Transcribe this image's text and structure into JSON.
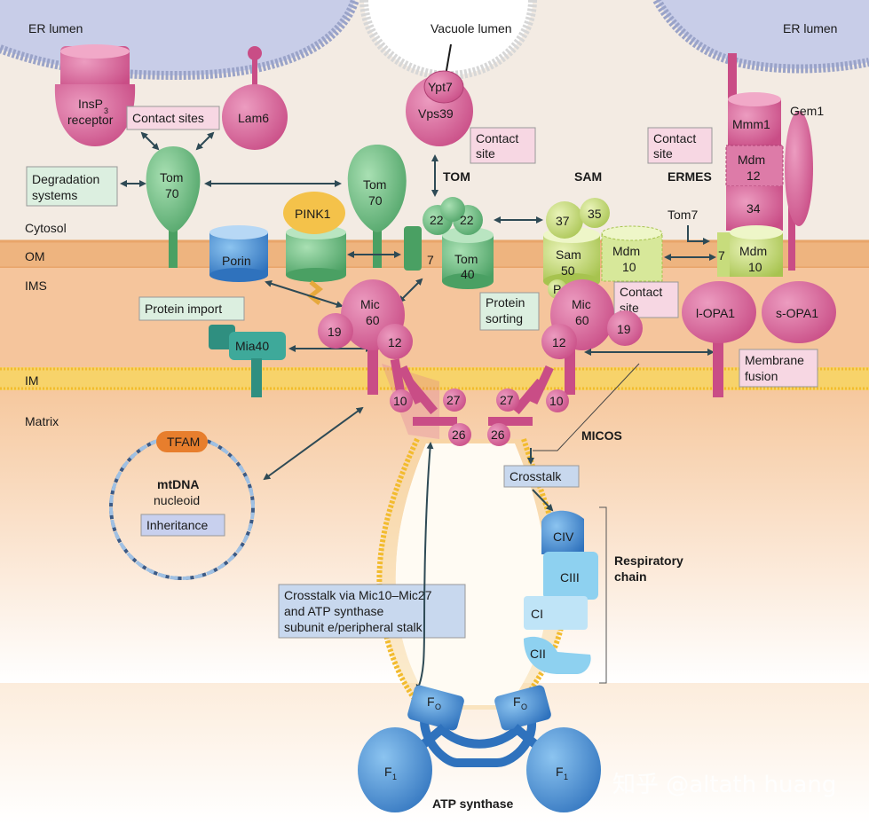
{
  "regions": {
    "er_lumen_left": "ER lumen",
    "er_lumen_right": "ER lumen",
    "vacuole_lumen": "Vacuole lumen",
    "cytosol": "Cytosol",
    "om": "OM",
    "ims": "IMS",
    "im": "IM",
    "matrix": "Matrix"
  },
  "complexes": {
    "tom": "TOM",
    "sam": "SAM",
    "ermes": "ERMES",
    "micos": "MICOS",
    "respiratory_chain_1": "Respiratory",
    "respiratory_chain_2": "chain",
    "atp_synthase": "ATP synthase"
  },
  "proteins": {
    "insp3_1": "InsP",
    "insp3_sub": "3",
    "insp3_2": "receptor",
    "lam6": "Lam6",
    "ypt7": "Ypt7",
    "vps39": "Vps39",
    "tom70_left_1": "Tom",
    "tom70_left_2": "70",
    "tom70_mid_1": "Tom",
    "tom70_mid_2": "70",
    "pink1": "PINK1",
    "porin": "Porin",
    "tom22_a": "22",
    "tom22_b": "22",
    "tom7": "7",
    "tom40_1": "Tom",
    "tom40_2": "40",
    "sam37": "37",
    "sam35": "35",
    "sam50_1": "Sam",
    "sam50_2": "50",
    "p": "P",
    "mdm10_sam_1": "Mdm",
    "mdm10_sam_2": "10",
    "tom7_label": "Tom7",
    "ermes_7": "7",
    "mdm10_ermes_1": "Mdm",
    "mdm10_ermes_2": "10",
    "mdm34": "34",
    "mdm12_1": "Mdm",
    "mdm12_2": "12",
    "mmm1": "Mmm1",
    "gem1": "Gem1",
    "mic60_left_1": "Mic",
    "mic60_left_2": "60",
    "mic19_left": "19",
    "mic12_left": "12",
    "mic10_left": "10",
    "mic27_left": "27",
    "mic26_left": "26",
    "mic60_right_1": "Mic",
    "mic60_right_2": "60",
    "mic19_right": "19",
    "mic12_right": "12",
    "mic10_right": "10",
    "mic27_right": "27",
    "mic26_right": "26",
    "mia40": "Mia40",
    "l_opa1": "l-OPA1",
    "s_opa1": "s-OPA1",
    "tfam": "TFAM",
    "mtdna_1": "mtDNA",
    "mtdna_2": "nucleoid",
    "civ": "CIV",
    "ciii": "CIII",
    "ci": "CI",
    "cii": "CII",
    "f0_left": "F",
    "f0_left_sub": "O",
    "f0_right": "F",
    "f0_right_sub": "O",
    "f1_left": "F",
    "f1_left_sub": "1",
    "f1_right": "F",
    "f1_right_sub": "1"
  },
  "callouts": {
    "contact_sites": "Contact sites",
    "degradation_1": "Degradation",
    "degradation_2": "systems",
    "contact_site_top_1": "Contact",
    "contact_site_top_2": "site",
    "contact_site_right_1": "Contact",
    "contact_site_right_2": "site",
    "contact_site_sam_1": "Contact",
    "contact_site_sam_2": "site",
    "protein_import": "Protein import",
    "protein_sorting_1": "Protein",
    "protein_sorting_2": "sorting",
    "membrane_fusion_1": "Membrane",
    "membrane_fusion_2": "fusion",
    "inheritance": "Inheritance",
    "crosstalk": "Crosstalk",
    "crosstalk_via_1": "Crosstalk via Mic10–Mic27",
    "crosstalk_via_2": "and ATP synthase",
    "crosstalk_via_3": "subunit e/peripheral stalk"
  },
  "watermark": "知乎 @altath huang",
  "colors": {
    "cytosol_bg": "#f5ede4",
    "ims_bg": "#f6c9a0",
    "matrix_bg": "#fbe3cc",
    "membrane_yellow": "#f5c542",
    "om_orange": "#eeb37e",
    "pink_protein": "#d9679a",
    "green_protein": "#73c084",
    "lime_protein": "#c7dc7c",
    "blue_protein": "#5b9fd8",
    "teal_protein": "#3ea99a",
    "er_blue": "#c7cee8",
    "callout_pink": "#f7d7e3",
    "callout_green": "#dcefe0",
    "callout_blue": "#c8d8ee"
  }
}
